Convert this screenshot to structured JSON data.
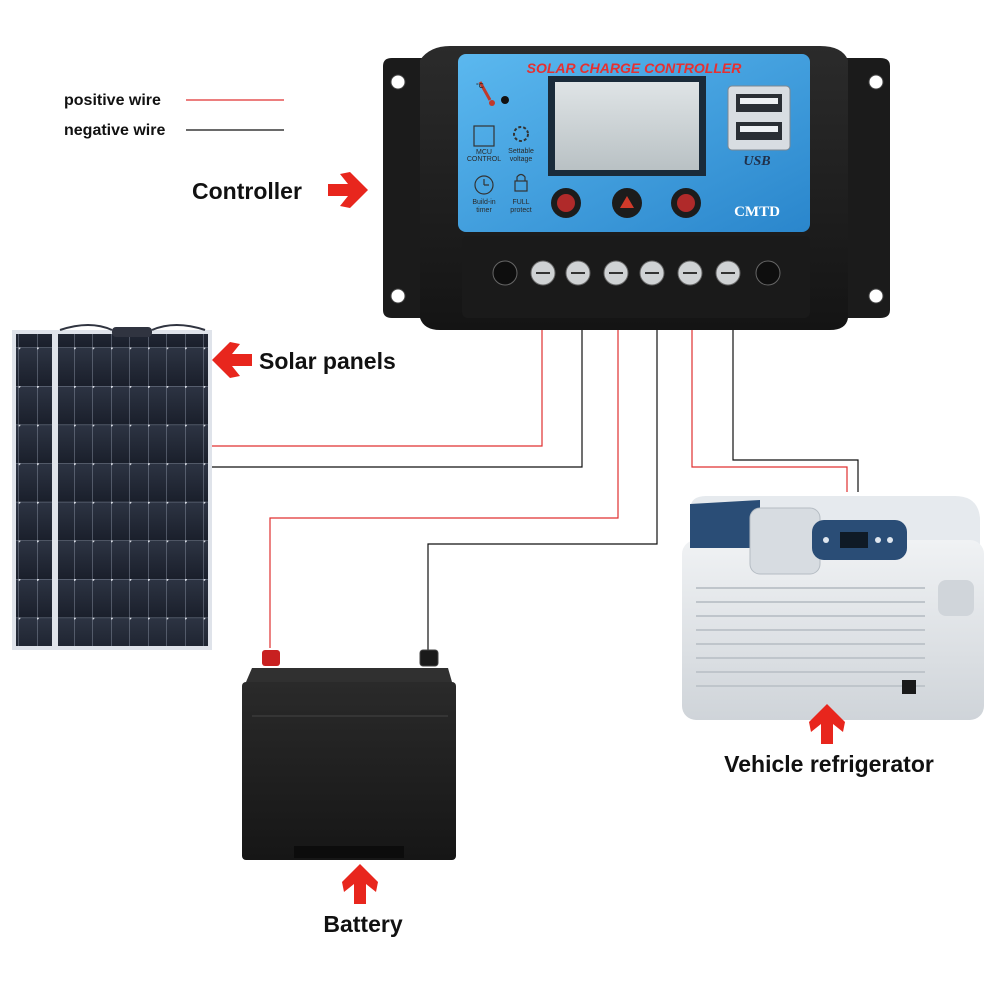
{
  "legend": {
    "positive": "positive wire",
    "negative": "negative wire",
    "positive_color": "#e03030",
    "negative_color": "#111111"
  },
  "controller": {
    "label": "Controller",
    "panel_title": "SOLAR CHARGE CONTROLLER",
    "brand": "CMTD",
    "usb": "USB",
    "features": [
      "MCU",
      "CONTROL",
      "Settable",
      "voltage",
      "Build-in",
      "timer",
      "FULL",
      "protect"
    ],
    "panel_color": "#3a9fe0"
  },
  "components": {
    "solar": "Solar panels",
    "battery": "Battery",
    "fridge": "Vehicle refrigerator"
  },
  "colors": {
    "arrow": "#e8261d"
  }
}
